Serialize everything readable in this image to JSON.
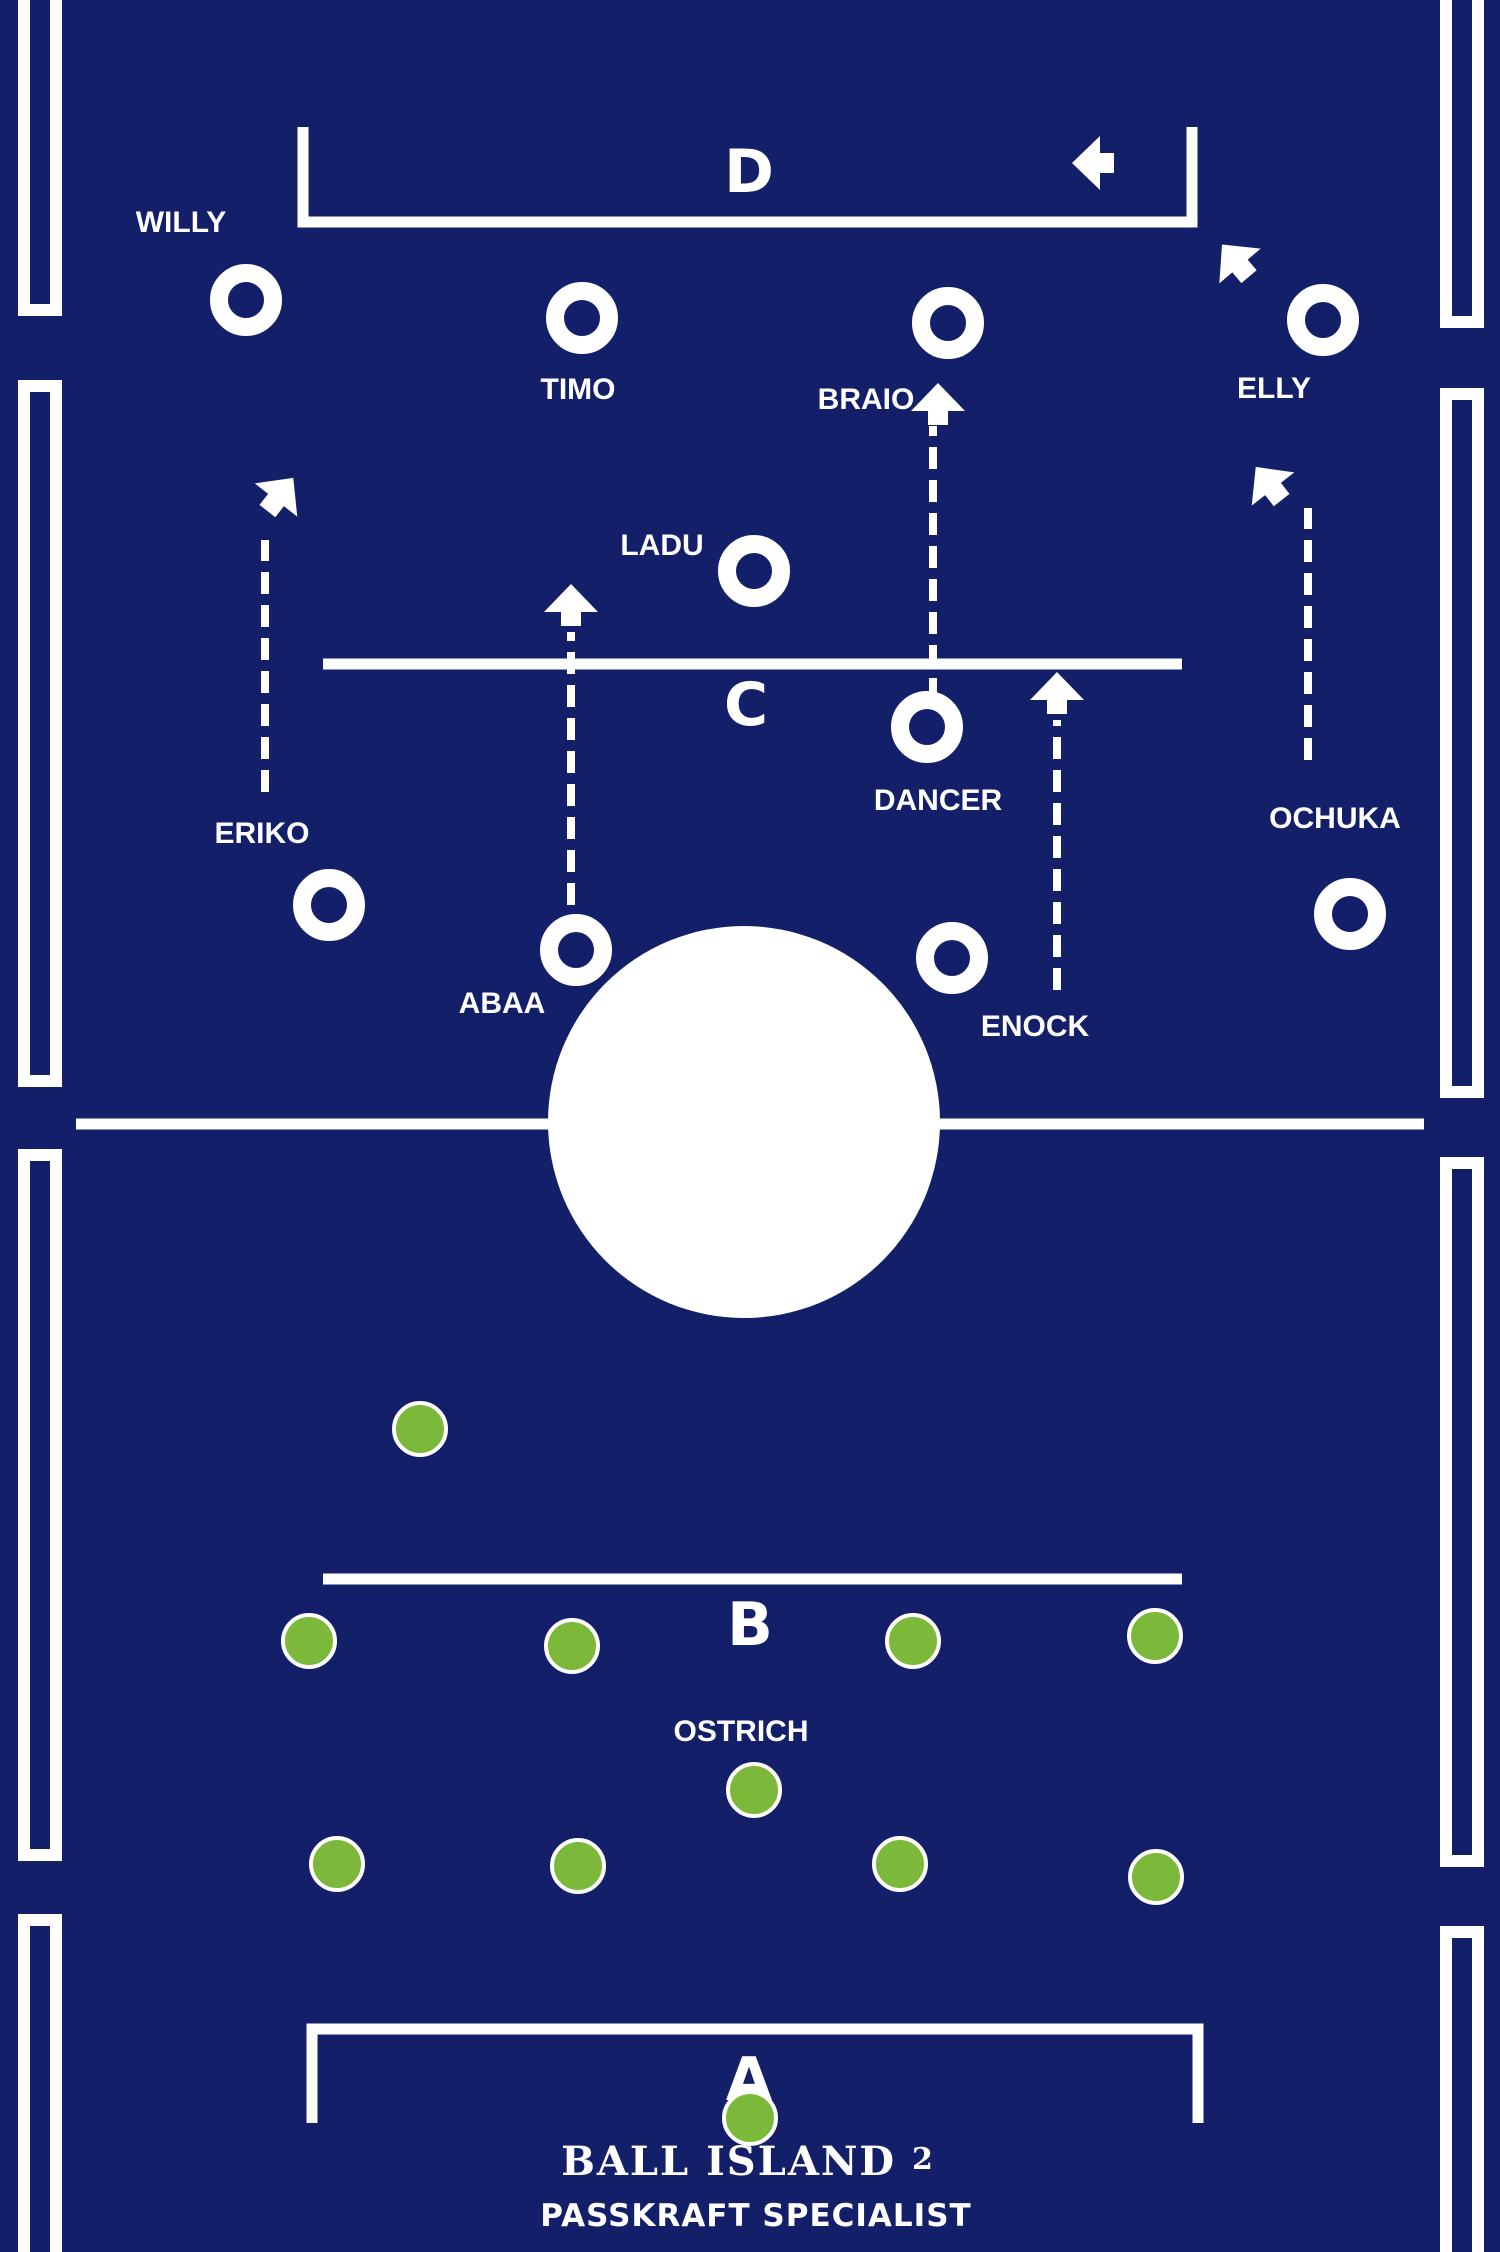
{
  "colors": {
    "pitch": "#141f6a",
    "lines": "#ffffff",
    "green_team": "#7cb83a",
    "green_outline": "#ffffff"
  },
  "zones": {
    "a": "A",
    "b": "B",
    "c": "C",
    "d": "D"
  },
  "brand": {
    "title": "BALL ISLAND",
    "title_num": "2",
    "subtitle": "PASSKRAFT SPECIALIST"
  },
  "players": {
    "willy": "WILLY",
    "timo": "TIMO",
    "braio": "BRAIO",
    "elly": "ELLY",
    "ladu": "LADU",
    "eriko": "ERIKO",
    "dancer": "DANCER",
    "ochuka": "OCHUKA",
    "abaa": "ABAA",
    "enock": "ENOCK",
    "ostrich": "OSTRICH"
  },
  "icons": {
    "white_player": "ring-marker-icon",
    "green_player": "filled-dot-icon",
    "run": "dashed-arrow-icon",
    "direction": "arrowhead-icon"
  }
}
